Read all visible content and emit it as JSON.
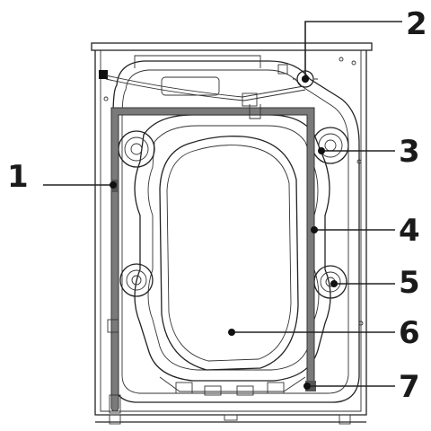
{
  "callouts": [
    {
      "id": "1",
      "label": "1"
    },
    {
      "id": "2",
      "label": "2"
    },
    {
      "id": "3",
      "label": "3"
    },
    {
      "id": "4",
      "label": "4"
    },
    {
      "id": "5",
      "label": "5"
    },
    {
      "id": "6",
      "label": "6"
    },
    {
      "id": "7",
      "label": "7"
    }
  ],
  "colors": {
    "line": "#222222",
    "hose": "#7a7a7a",
    "background": "#ffffff"
  }
}
